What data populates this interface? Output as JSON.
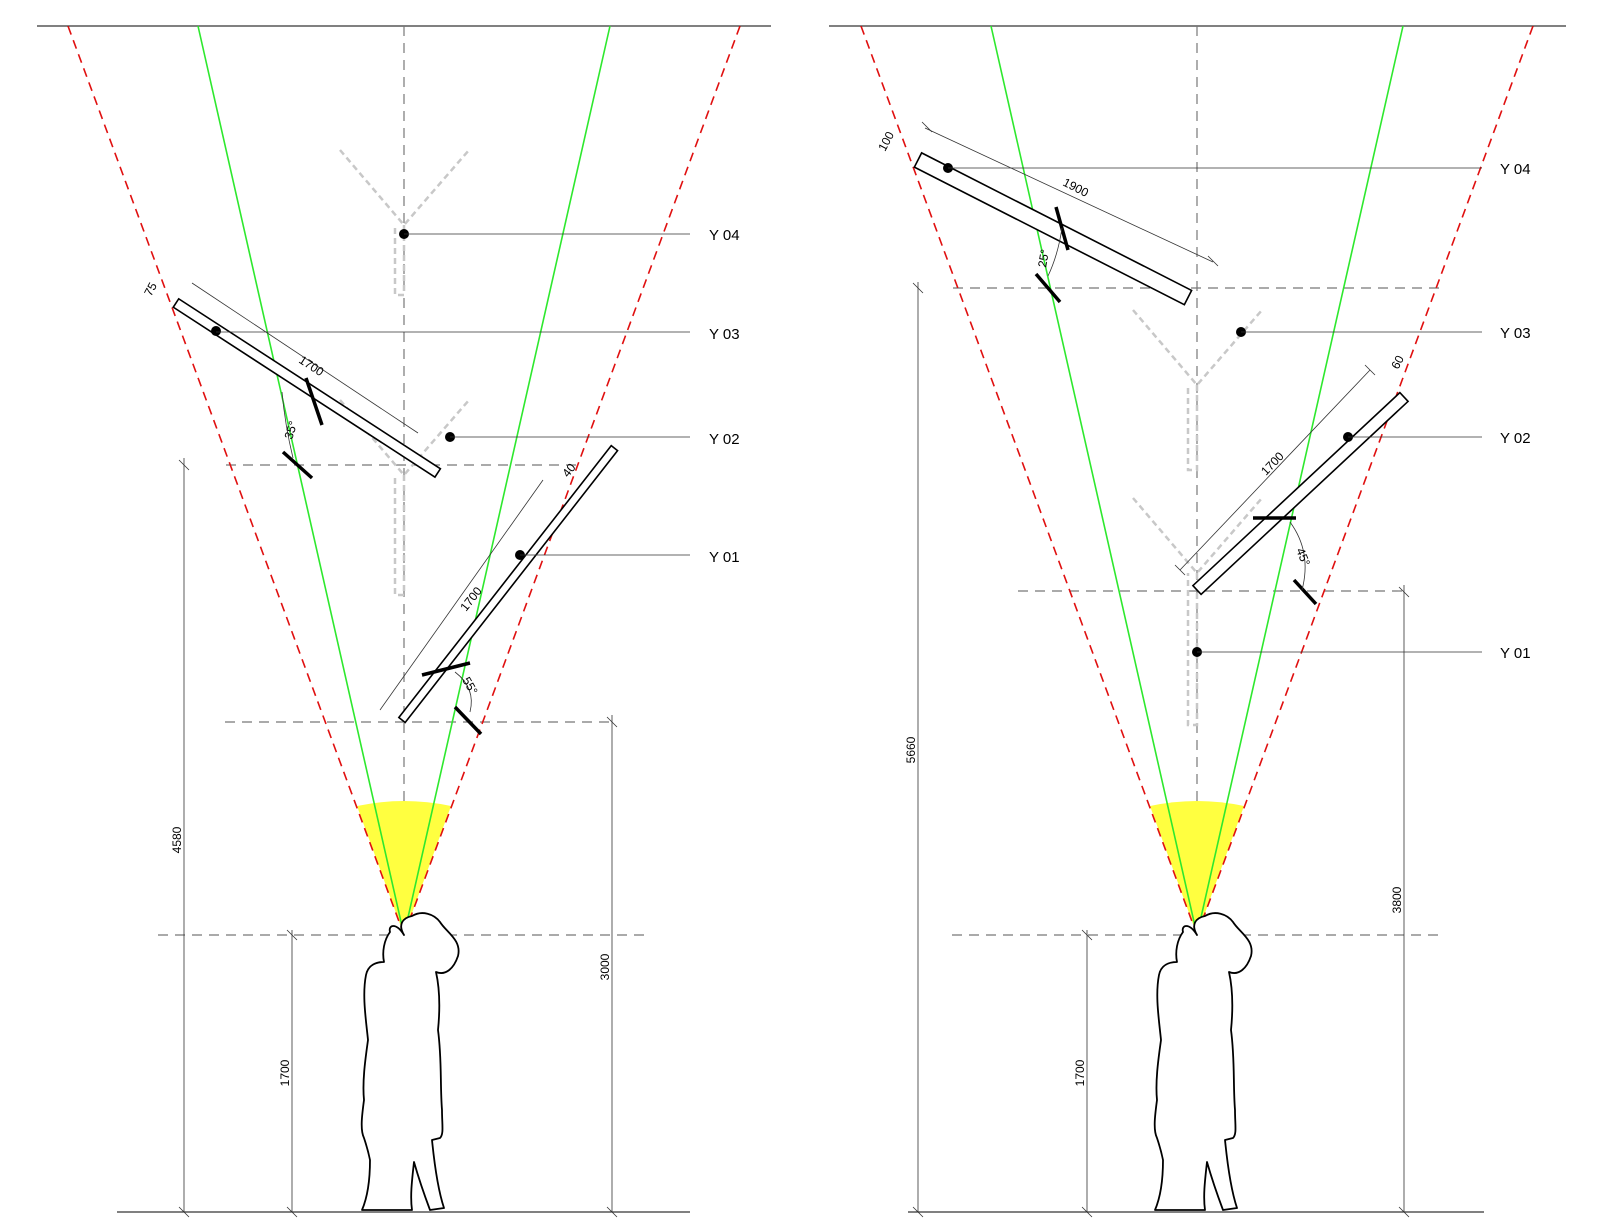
{
  "left_panel": {
    "levels": [
      {
        "label": "Y 04"
      },
      {
        "label": "Y 03"
      },
      {
        "label": "Y 02"
      },
      {
        "label": "Y 01"
      }
    ],
    "dimensions": {
      "overall_height": "4580",
      "eye_height": "1700",
      "low_edge_height": "3000",
      "panel_upper_length": "1700",
      "panel_upper_thickness": "75",
      "panel_lower_length": "1700",
      "panel_lower_thickness": "40"
    },
    "angles": {
      "upper": "35°",
      "lower": "55°"
    }
  },
  "right_panel": {
    "levels": [
      {
        "label": "Y 04"
      },
      {
        "label": "Y 03"
      },
      {
        "label": "Y 02"
      },
      {
        "label": "Y 01"
      }
    ],
    "dimensions": {
      "overall_height": "5660",
      "eye_height": "1700",
      "low_edge_height": "3800",
      "panel_upper_length": "1900",
      "panel_upper_thickness": "100",
      "panel_lower_length": "1700",
      "panel_lower_thickness": "60"
    },
    "angles": {
      "upper": "25°",
      "lower": "45°"
    }
  },
  "colors": {
    "view_cone": "#e01010",
    "sight_line": "#2ee82e",
    "eye_field": "#ffff40",
    "ghost_branch": "#c8c8c8"
  }
}
